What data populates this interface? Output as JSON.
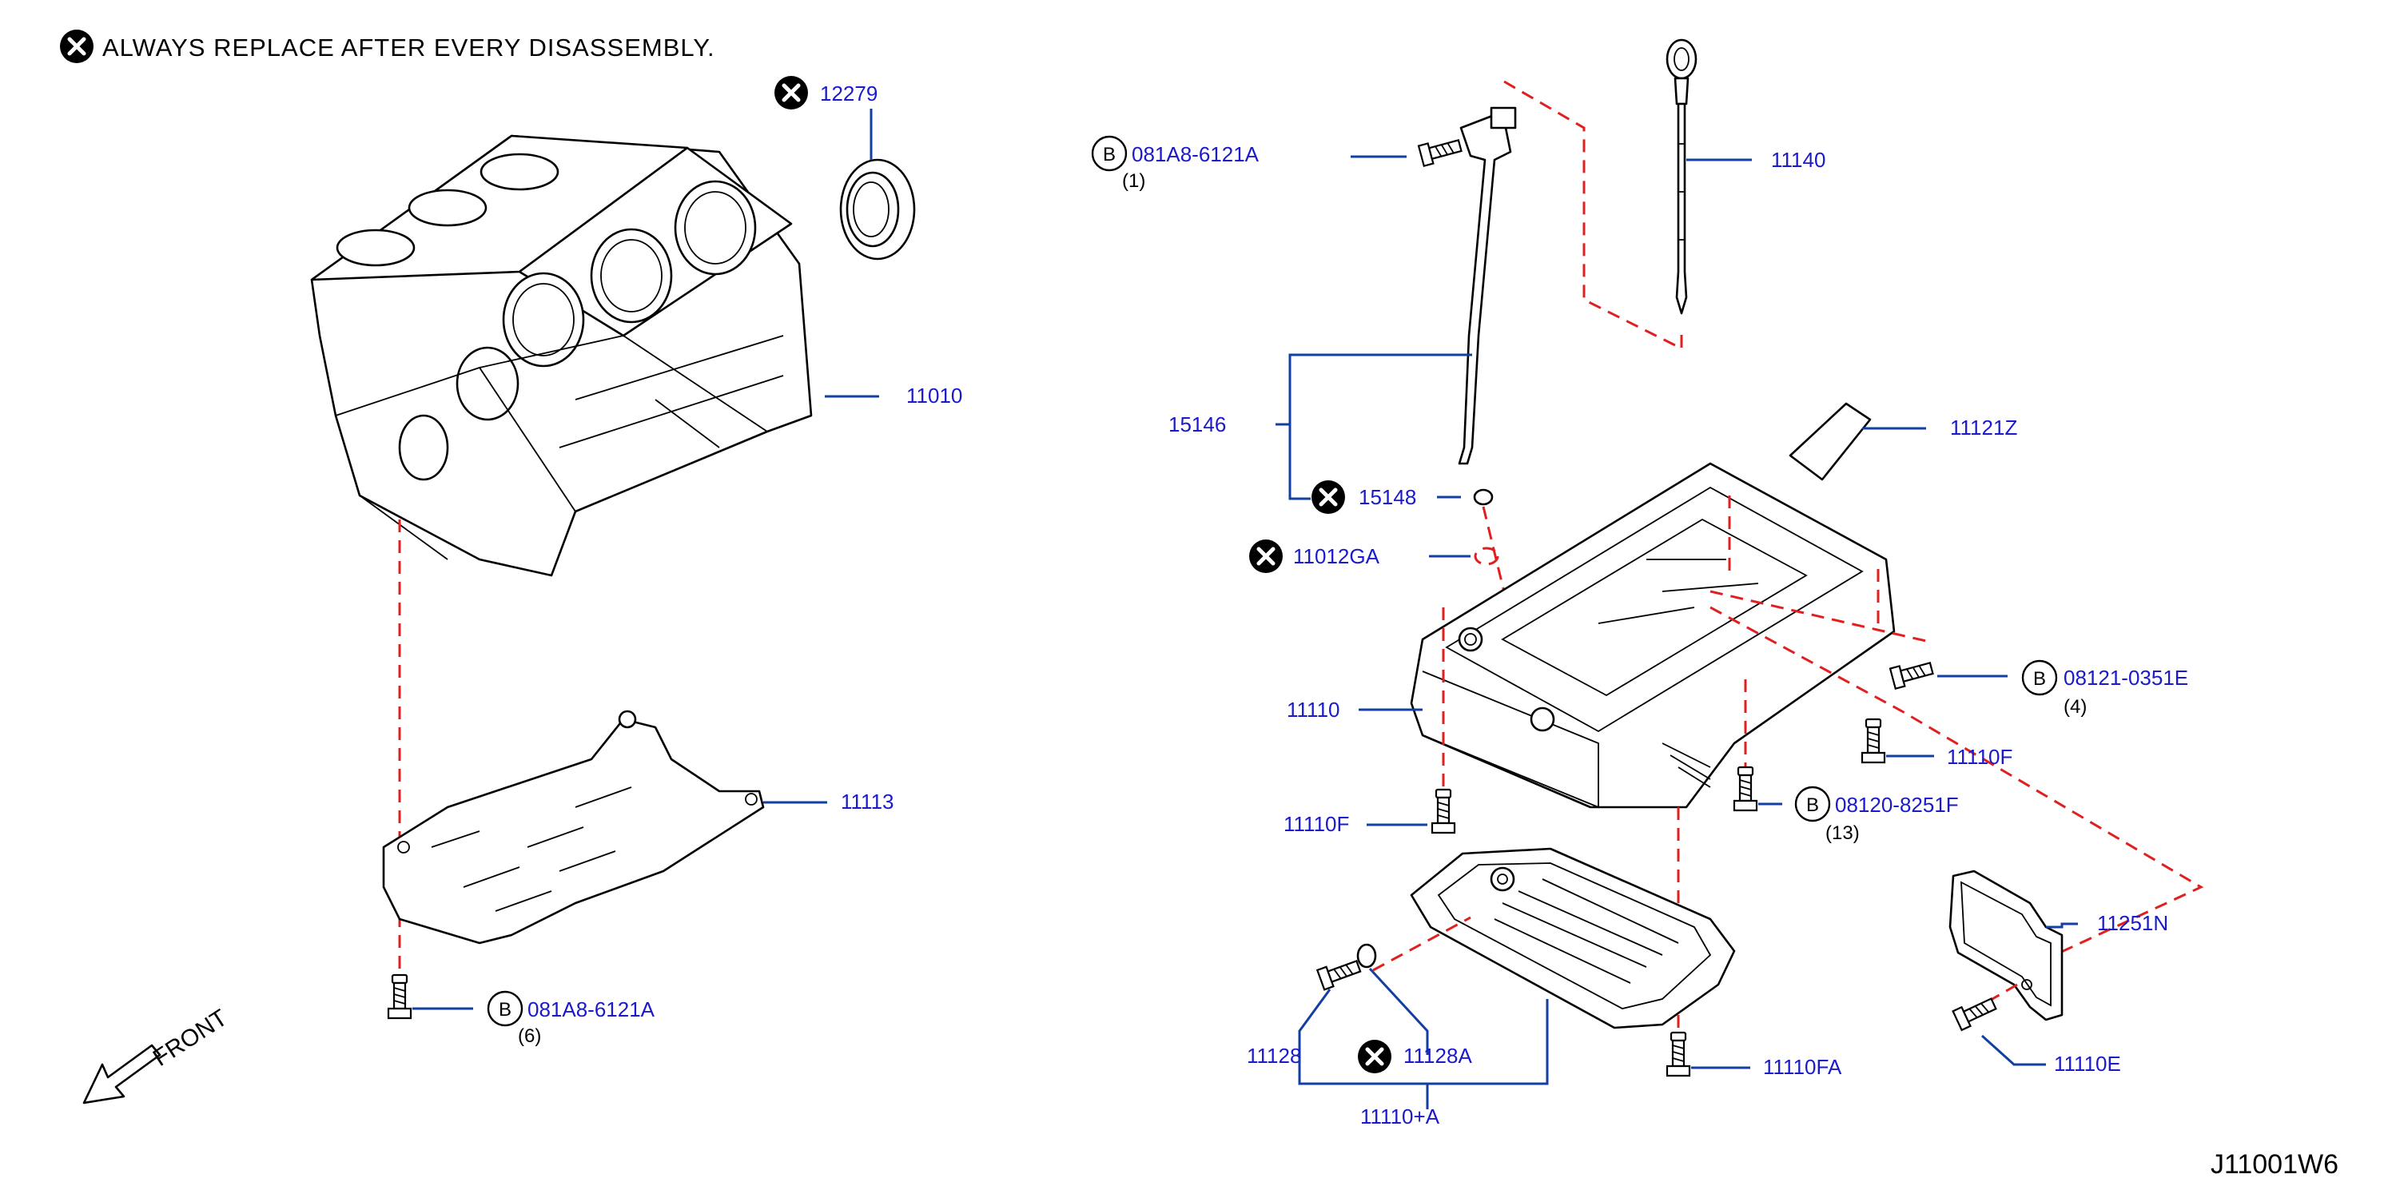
{
  "notice": "ALWAYS  REPLACE  AFTER  EVERY  DISASSEMBLY.",
  "figure_id": "J11001W6",
  "front_label": "FRONT",
  "bolt_marker": "B",
  "callouts": [
    {
      "id": "12279",
      "label": "12279",
      "replace": true
    },
    {
      "id": "11010",
      "label": "11010"
    },
    {
      "id": "11113",
      "label": "11113"
    },
    {
      "id": "081A8-6121A-lower",
      "label": "081A8-6121A",
      "qty": "(6)",
      "bolt": true
    },
    {
      "id": "081A8-6121A-upper",
      "label": "081A8-6121A",
      "qty": "(1)",
      "bolt": true
    },
    {
      "id": "11140",
      "label": "11140"
    },
    {
      "id": "15146",
      "label": "15146"
    },
    {
      "id": "15148",
      "label": "15148",
      "replace": true
    },
    {
      "id": "11121Z",
      "label": "11121Z"
    },
    {
      "id": "11012GA",
      "label": "11012GA",
      "replace": true
    },
    {
      "id": "08121-0351E",
      "label": "08121-0351E",
      "qty": "(4)",
      "bolt": true
    },
    {
      "id": "11110",
      "label": "11110"
    },
    {
      "id": "11110F-right",
      "label": "11110F"
    },
    {
      "id": "11110F-left",
      "label": "11110F"
    },
    {
      "id": "08120-8251F",
      "label": "08120-8251F",
      "qty": "(13)",
      "bolt": true
    },
    {
      "id": "11251N",
      "label": "11251N"
    },
    {
      "id": "11128",
      "label": "11128"
    },
    {
      "id": "11128A",
      "label": "11128A",
      "replace": true
    },
    {
      "id": "11110FA",
      "label": "11110FA"
    },
    {
      "id": "11110E",
      "label": "11110E"
    },
    {
      "id": "11110+A",
      "label": "11110+A"
    }
  ],
  "colors": {
    "callout_text": "#1a1acc",
    "leader": "#123fa0",
    "dashed": "#e02020",
    "linework": "#000000"
  },
  "icons": {
    "replace_marker": "x-circle-icon",
    "bolt_marker": "circled-b-icon",
    "front_arrow": "front-arrow-icon"
  }
}
